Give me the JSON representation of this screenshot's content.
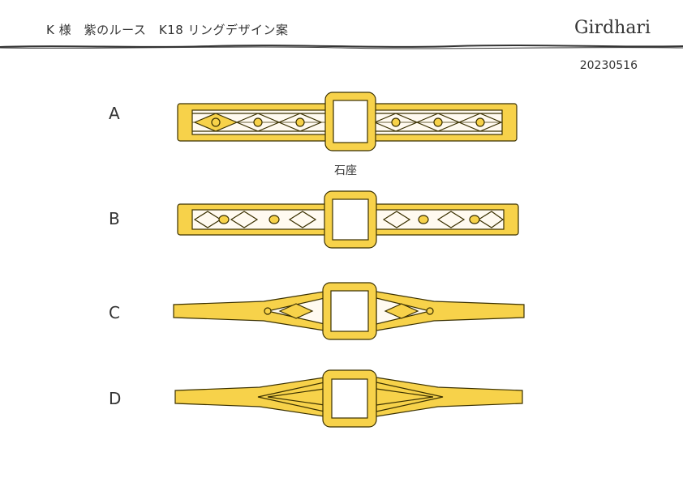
{
  "header": {
    "title": "K 様　紫のルース　K18 リングデザイン案",
    "brand": "Girdhari",
    "date": "20230516"
  },
  "designs": [
    {
      "label": "A"
    },
    {
      "label": "B"
    },
    {
      "label": "C"
    },
    {
      "label": "D"
    }
  ],
  "annotation": "石座",
  "colors": {
    "gold": "#f7d24a",
    "outline": "#3a3000",
    "bezel_inner": "#ffffff"
  }
}
